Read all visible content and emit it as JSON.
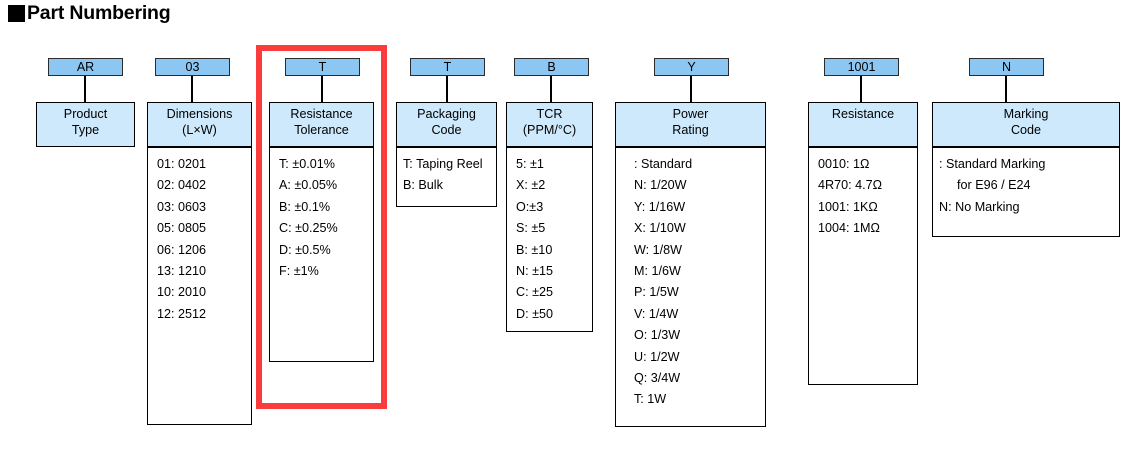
{
  "page": {
    "title": "Part Numbering",
    "marker_icon": "black-square-bullet"
  },
  "colors": {
    "code_box_fill": "#8cc6f2",
    "header_fill": "#cde9fb",
    "highlight": "#fa3c3c",
    "border": "#000000"
  },
  "example_part_number": [
    "AR",
    "03",
    "T",
    "T",
    "B",
    "Y",
    "1001",
    "N"
  ],
  "highlight": {
    "target_column": "Resistance Tolerance",
    "color": "#fa3c3c"
  },
  "columns": [
    {
      "code": "AR",
      "header_line1": "Product",
      "header_line2": "Type",
      "items": []
    },
    {
      "code": "03",
      "header_line1": "Dimensions",
      "header_line2": "(L×W)",
      "items": [
        "01: 0201",
        "02: 0402",
        "03: 0603",
        "05: 0805",
        "06: 1206",
        "13: 1210",
        "10: 2010",
        "12: 2512"
      ]
    },
    {
      "code": "T",
      "header_line1": "Resistance",
      "header_line2": "Tolerance",
      "items": [
        "T: ±0.01%",
        "A: ±0.05%",
        "B: ±0.1%",
        "C: ±0.25%",
        "D: ±0.5%",
        "F: ±1%"
      ]
    },
    {
      "code": "T",
      "header_line1": "Packaging",
      "header_line2": "Code",
      "items": [
        "T: Taping Reel",
        "B: Bulk"
      ]
    },
    {
      "code": "B",
      "header_line1": "TCR",
      "header_line2": "(PPM/°C)",
      "items": [
        "5: ±1",
        "X: ±2",
        "O:±3",
        "S: ±5",
        "B: ±10",
        "N: ±15",
        "C: ±25",
        "D: ±50"
      ]
    },
    {
      "code": "Y",
      "header_line1": "Power",
      "header_line2": "Rating",
      "items": [
        ": Standard",
        "N: 1/20W",
        "Y: 1/16W",
        "X: 1/10W",
        "W: 1/8W",
        "M: 1/6W",
        "P: 1/5W",
        "V: 1/4W",
        "O: 1/3W",
        "U: 1/2W",
        "Q: 3/4W",
        "T: 1W"
      ]
    },
    {
      "code": "1001",
      "header_line1": "Resistance",
      "header_line2": "",
      "items": [
        "0010: 1Ω",
        "4R70: 4.7Ω",
        "1001: 1KΩ",
        "1004: 1MΩ"
      ]
    },
    {
      "code": "N",
      "header_line1": "Marking",
      "header_line2": "Code",
      "items": [
        ":  Standard  Marking",
        "for E96 / E24",
        "N: No Marking"
      ]
    }
  ]
}
